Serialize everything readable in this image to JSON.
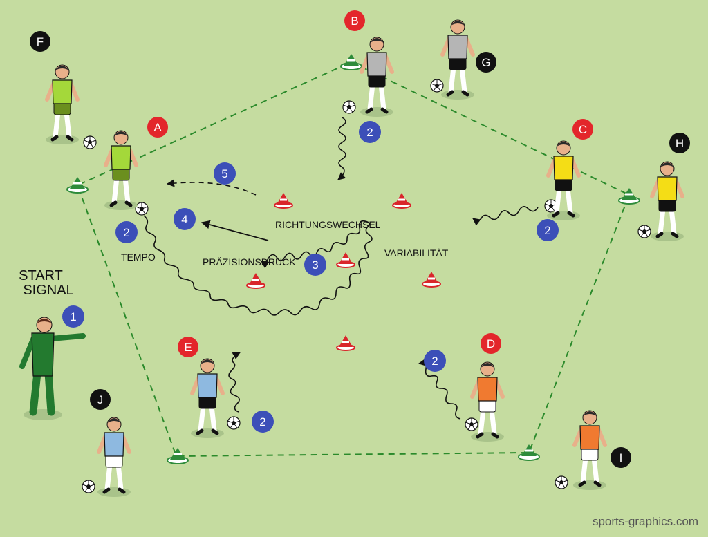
{
  "field_color": "#c5dca0",
  "colors": {
    "red_badge": "#e3262b",
    "black_badge": "#111111",
    "blue_badge": "#3c4fb8",
    "cone_red": "#d9262b",
    "cone_green": "#2e8b3a",
    "path_dash": "#2b8a2b"
  },
  "labels": {
    "start_signal_line1": "START",
    "start_signal_line2": "SIGNAL",
    "tempo": "TEMPO",
    "richtungswechsel": "RICHTUNGSWECHSEL",
    "praezisionsdruck": "PRÄZISIONSDRUCK",
    "variabilitaet": "VARIABILITÄT",
    "watermark": "sports-graphics.com"
  },
  "players": {
    "A": {
      "letter": "A",
      "badge": "red",
      "shirt": "#a4d83a",
      "shorts": "#6b8f1e"
    },
    "B": {
      "letter": "B",
      "badge": "red",
      "shirt": "#b5b5b5",
      "shorts": "#111111"
    },
    "C": {
      "letter": "C",
      "badge": "red",
      "shirt": "#f4dd16",
      "shorts": "#111111"
    },
    "D": {
      "letter": "D",
      "badge": "red",
      "shirt": "#f07a30",
      "shorts": "#ffffff"
    },
    "E": {
      "letter": "E",
      "badge": "red",
      "shirt": "#8eb9e0",
      "shorts": "#111111"
    },
    "F": {
      "letter": "F",
      "badge": "black",
      "shirt": "#a4d83a",
      "shorts": "#6b8f1e"
    },
    "G": {
      "letter": "G",
      "badge": "black",
      "shirt": "#b5b5b5",
      "shorts": "#111111"
    },
    "H": {
      "letter": "H",
      "badge": "black",
      "shirt": "#f4dd16",
      "shorts": "#111111"
    },
    "I": {
      "letter": "I",
      "badge": "black",
      "shirt": "#f07a30",
      "shorts": "#ffffff"
    },
    "J": {
      "letter": "J",
      "badge": "black",
      "shirt": "#8eb9e0",
      "shorts": "#ffffff"
    }
  },
  "coach": {
    "shirt": "#237a2f"
  },
  "steps": {
    "one": "1",
    "two": "2",
    "three": "3",
    "four": "4",
    "five": "5"
  }
}
